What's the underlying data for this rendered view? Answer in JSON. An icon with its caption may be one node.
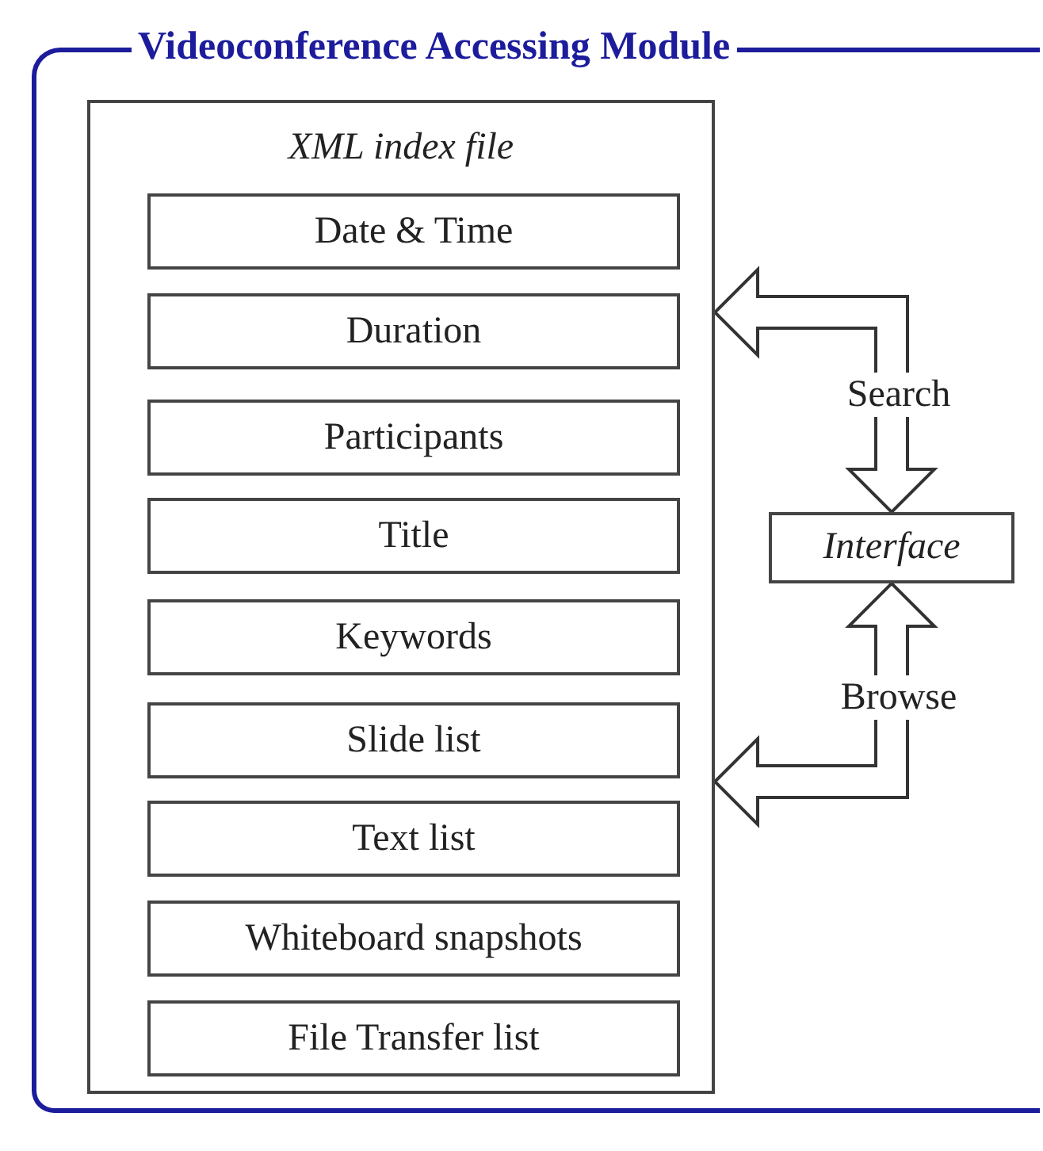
{
  "diagram": {
    "nodes": [
      {
        "text": [
          "Videoconference Accessing Module"
        ]
      },
      {
        "text": [
          "XML index file"
        ],
        "in": 0
      },
      {
        "text": [
          "Date & Time"
        ],
        "in": 1
      },
      {
        "text": [
          "Duration"
        ],
        "in": 1
      },
      {
        "text": [
          "Participants"
        ],
        "in": 1
      },
      {
        "text": [
          "Title"
        ],
        "in": 1
      },
      {
        "text": [
          "Keywords"
        ],
        "in": 1
      },
      {
        "text": [
          "Slide list"
        ],
        "in": 1
      },
      {
        "text": [
          "Text list"
        ],
        "in": 1
      },
      {
        "text": [
          "Whiteboard snapshots"
        ],
        "in": 1
      },
      {
        "text": [
          "File Transfer list"
        ],
        "in": 1
      },
      {
        "text": [
          "Interface"
        ],
        "in": 0
      }
    ],
    "edges": [
      {
        "from": 11,
        "to": 1,
        "arrow": "both",
        "label": "Search"
      },
      {
        "from": 11,
        "to": 1,
        "arrow": "both",
        "label": "Browse"
      }
    ]
  }
}
